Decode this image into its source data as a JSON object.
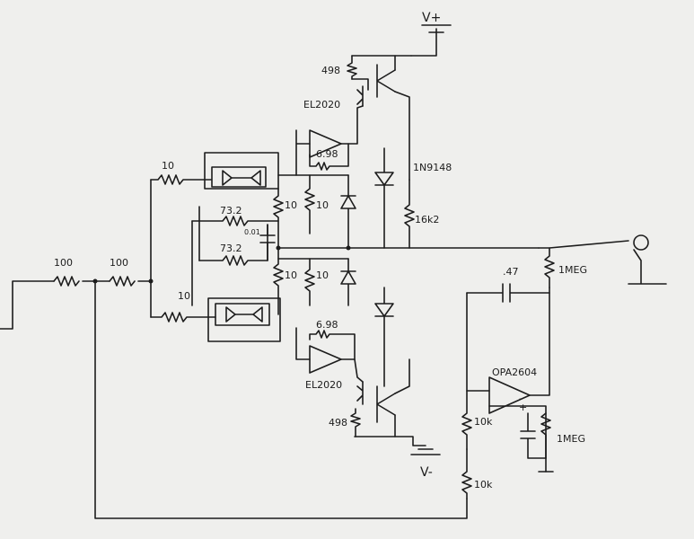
{
  "labels": {
    "vplus": "V+",
    "vminus": "V-",
    "r_top_498": "498",
    "u_top_el2020": "EL2020",
    "r_top_698": "6.98",
    "d_1n9148": "1N9148",
    "r_16k2": "16k2",
    "r_in_100a": "100",
    "r_in_100b": "100",
    "r_top_10": "10",
    "r_bot_10": "10",
    "r_top_10b": "10",
    "r_top_10c": "10",
    "r_bot_10b": "10",
    "r_bot_10c": "10",
    "r_732a": "73.2",
    "r_732b": "73.2",
    "c_001": "0.01",
    "c_47": ".47",
    "r_1meg_top": "1MEG",
    "r_1meg_bot": "1MEG",
    "u_opa2604": "OPA2604",
    "r_10k_a": "10k",
    "r_10k_b": "10k",
    "u_bot_el2020": "EL2020",
    "r_bot_698": "6.98",
    "r_bot_498": "498",
    "op_plus": "+",
    "op_minus": "-"
  }
}
